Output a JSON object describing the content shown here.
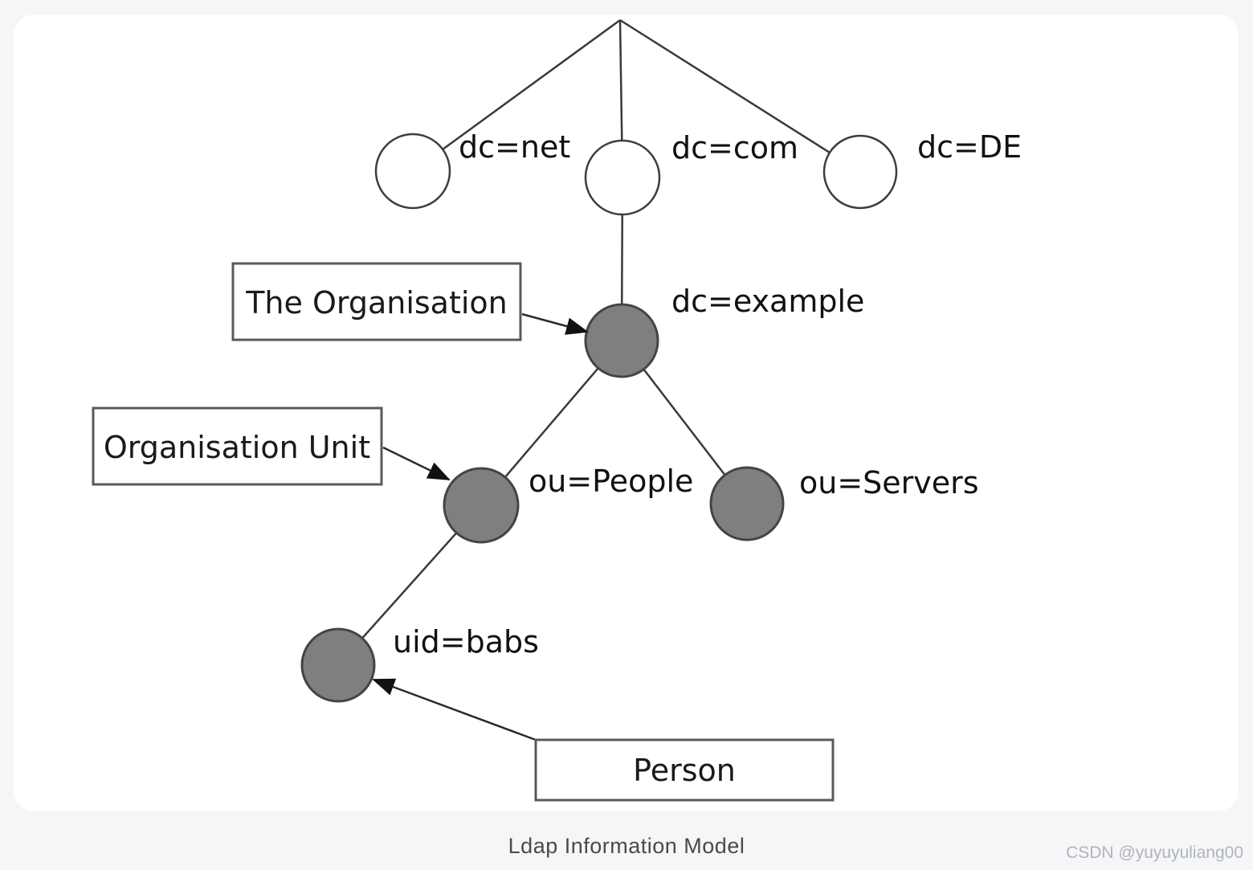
{
  "page": {
    "caption": "Ldap Information Model",
    "watermark": "CSDN @yuyuyuliang00"
  },
  "colors": {
    "page_bg": "#f5f6f8",
    "panel_bg": "#ffffff",
    "entry_node_fill": "#7f7f7f",
    "empty_node_fill": "#ffffff",
    "outline": "#3d3d3d",
    "label_text": "#111111",
    "caption_text": "#4a4a4a",
    "watermark_text": "#b1b4b8"
  },
  "tree": {
    "nodes": [
      {
        "label": "dc=net",
        "kind": "empty"
      },
      {
        "label": "dc=com",
        "kind": "empty"
      },
      {
        "label": "dc=DE",
        "kind": "empty"
      },
      {
        "label": "dc=example",
        "kind": "entry"
      },
      {
        "label": "ou=People",
        "kind": "entry"
      },
      {
        "label": "ou=Servers",
        "kind": "entry"
      },
      {
        "label": "uid=babs",
        "kind": "entry"
      }
    ],
    "callouts": [
      {
        "label": "The Organisation",
        "points_to": "dc=example"
      },
      {
        "label": "Organisation Unit",
        "points_to": "ou=People"
      },
      {
        "label": "Person",
        "points_to": "uid=babs"
      }
    ]
  }
}
